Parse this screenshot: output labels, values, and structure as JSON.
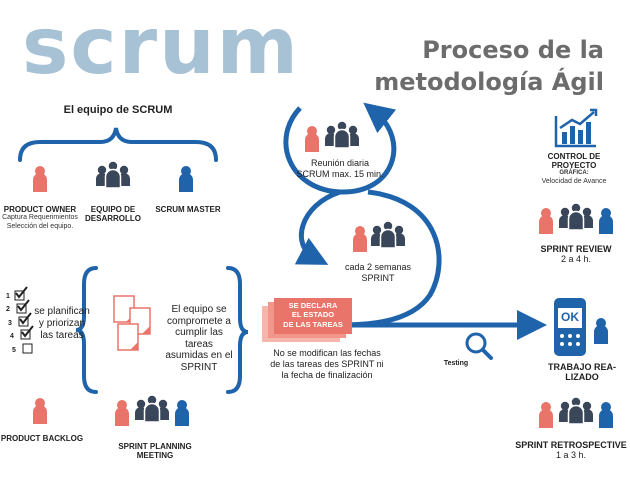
{
  "logo": {
    "text": "scrum",
    "color": "#a7c1d5"
  },
  "title": {
    "line1": "Proceso de la",
    "line2": "metodología Ágil"
  },
  "colors": {
    "blue": "#1f63ab",
    "salmon": "#e9746a",
    "navy": "#3a4659",
    "gray": "#6c6c6c",
    "logo": "#a7c1d5"
  },
  "team": {
    "heading": "El equipo de SCRUM",
    "product_owner": {
      "label": "PRODUCT OWNER",
      "desc1": "Captura Requerimientos",
      "desc2": "Selección del equipo."
    },
    "dev_team": {
      "label1": "EQUIPO DE",
      "label2": "DESARROLLO"
    },
    "scrum_master": {
      "label": "SCRUM MASTER"
    }
  },
  "backlog": {
    "numbers": [
      "1",
      "2",
      "3",
      "4",
      "5"
    ],
    "text1": "se planifican",
    "text2": "y priorizan",
    "text3": "las tareas",
    "label": "PRODUCT BACKLOG"
  },
  "planning": {
    "text1": "El equipo se",
    "text2": "compromete a",
    "text3": "cumplir las tareas",
    "text4": "asumidas en el",
    "text5": "SPRINT",
    "label1": "SPRINT PLANNING",
    "label2": "MEETING"
  },
  "daily": {
    "text1": "Reunión diaria",
    "text2": "SCRUM  max. 15 min."
  },
  "biweekly": {
    "text1": "cada 2 semanas",
    "text2": "SPRINT"
  },
  "state": {
    "line1": "SE DECLARA",
    "line2": "EL ESTADO",
    "line3": "DE LAS TAREAS"
  },
  "note": {
    "line1": "No se modifican las fechas",
    "line2": "de las tareas des SPRINT ni",
    "line3": "la fecha de finalización"
  },
  "testing": "Testing",
  "control": {
    "label": "CONTROL DE PROYECTO",
    "sub1": "GRÁFICA:",
    "sub2": "Velocidad de Avance"
  },
  "review": {
    "label": "SPRINT REVIEW",
    "duration": "2 a 4 h."
  },
  "done": {
    "ok": "OK",
    "label1": "TRABAJO REA-",
    "label2": "LIZADO"
  },
  "retro": {
    "label": "SPRINT RETROSPECTIVE",
    "duration": "1 a 3 h."
  }
}
